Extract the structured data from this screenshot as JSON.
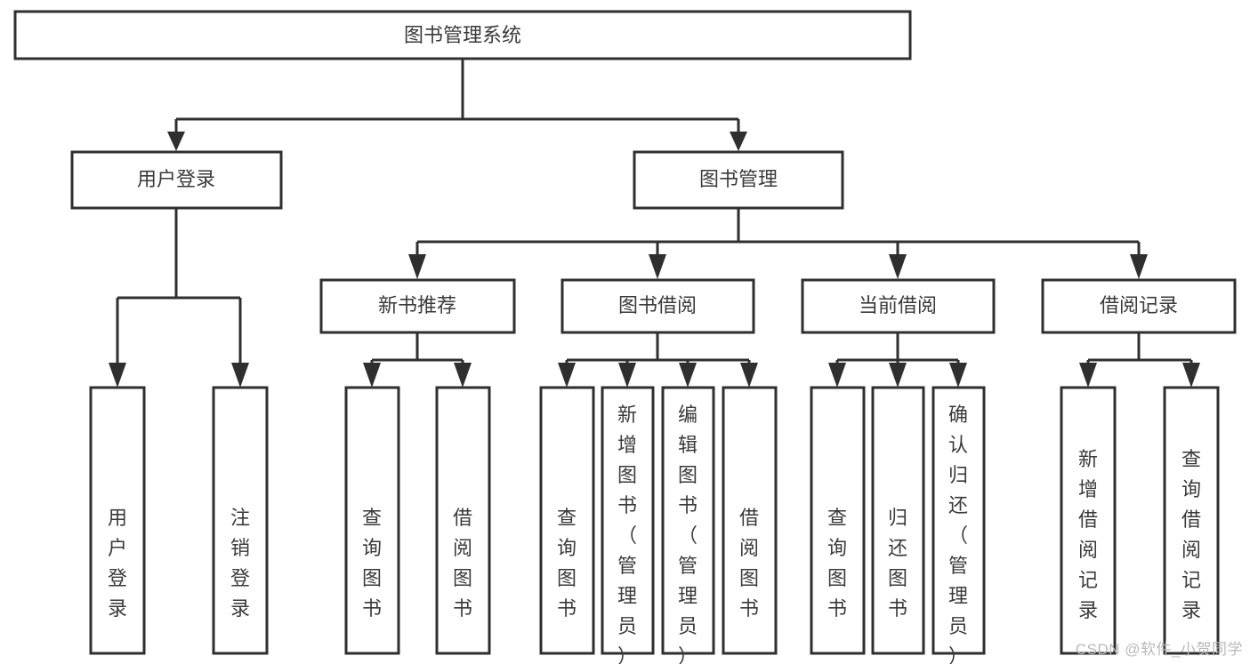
{
  "diagram": {
    "type": "hierarchy-tree",
    "title": "图书管理系统",
    "root": {
      "id": "root",
      "label": "图书管理系统",
      "orientation": "horizontal"
    },
    "level1": [
      {
        "id": "user-login",
        "label": "用户登录",
        "orientation": "horizontal"
      },
      {
        "id": "book-management",
        "label": "图书管理",
        "orientation": "horizontal"
      }
    ],
    "level2": [
      {
        "id": "new-book-recommend",
        "label": "新书推荐",
        "parent": "book-management",
        "orientation": "horizontal"
      },
      {
        "id": "book-borrow",
        "label": "图书借阅",
        "parent": "book-management",
        "orientation": "horizontal"
      },
      {
        "id": "current-borrow",
        "label": "当前借阅",
        "parent": "book-management",
        "orientation": "horizontal"
      },
      {
        "id": "borrow-record",
        "label": "借阅记录",
        "parent": "book-management",
        "orientation": "horizontal"
      }
    ],
    "leaves": [
      {
        "id": "leaf-user-login",
        "label": "用户登录",
        "parent": "user-login",
        "orientation": "vertical"
      },
      {
        "id": "leaf-user-logout",
        "label": "注销登录",
        "parent": "user-login",
        "orientation": "vertical"
      },
      {
        "id": "leaf-query-book-1",
        "label": "查询图书",
        "parent": "new-book-recommend",
        "orientation": "vertical"
      },
      {
        "id": "leaf-borrow-book-1",
        "label": "借阅图书",
        "parent": "new-book-recommend",
        "orientation": "vertical"
      },
      {
        "id": "leaf-query-book-2",
        "label": "查询图书",
        "parent": "book-borrow",
        "orientation": "vertical"
      },
      {
        "id": "leaf-add-book",
        "label": "新增图书（管理员）",
        "parent": "book-borrow",
        "orientation": "vertical"
      },
      {
        "id": "leaf-edit-book",
        "label": "编辑图书（管理员）",
        "parent": "book-borrow",
        "orientation": "vertical"
      },
      {
        "id": "leaf-borrow-book-2",
        "label": "借阅图书",
        "parent": "book-borrow",
        "orientation": "vertical"
      },
      {
        "id": "leaf-query-book-3",
        "label": "查询图书",
        "parent": "current-borrow",
        "orientation": "vertical"
      },
      {
        "id": "leaf-return-book",
        "label": "归还图书",
        "parent": "current-borrow",
        "orientation": "vertical"
      },
      {
        "id": "leaf-confirm-return",
        "label": "确认归还（管理员）",
        "parent": "current-borrow",
        "orientation": "vertical"
      },
      {
        "id": "leaf-add-record",
        "label": "新增借阅记录",
        "parent": "borrow-record",
        "orientation": "vertical"
      },
      {
        "id": "leaf-query-record",
        "label": "查询借阅记录",
        "parent": "borrow-record",
        "orientation": "vertical"
      }
    ]
  },
  "watermark": {
    "text": "CSDN @软件_小贺同学"
  },
  "colors": {
    "background": "#ffffff",
    "node_fill": "#ffffff",
    "node_stroke": "#2f2f2f",
    "text": "#3a3a3a",
    "connector": "#2f2f2f",
    "watermark": "#b9b9b9"
  }
}
